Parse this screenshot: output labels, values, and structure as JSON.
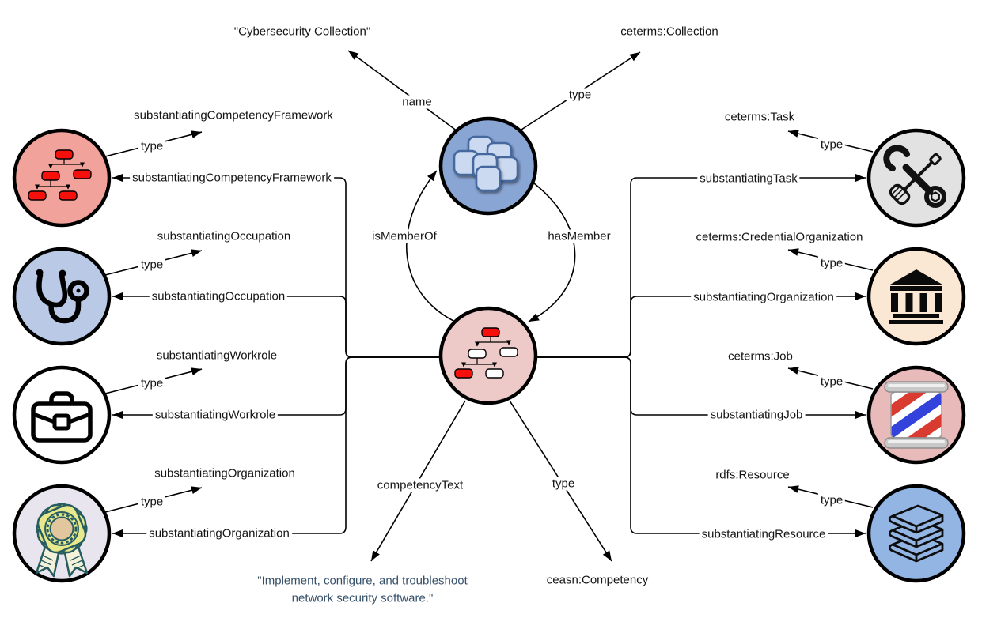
{
  "diagram": {
    "collection_node": {
      "name_edge_label": "name",
      "name_value": "\"Cybersecurity Collection\"",
      "type_edge_label": "type",
      "type_value": "ceterms:Collection"
    },
    "membership_edges": {
      "is_member_of": "isMemberOf",
      "has_member": "hasMember"
    },
    "competency_node": {
      "competency_text_edge_label": "competencyText",
      "competency_text_line1": "\"Implement, configure, and troubleshoot",
      "competency_text_line2": "network security software.\"",
      "type_edge_label": "type",
      "type_value": "ceasn:Competency"
    },
    "left_nodes": [
      {
        "icon": "tree-diagram",
        "type_edge_label": "type",
        "type_value": "substantiatingCompetencyFramework",
        "edge_label": "substantiatingCompetencyFramework"
      },
      {
        "icon": "stethoscope",
        "type_edge_label": "type",
        "type_value": "substantiatingOccupation",
        "edge_label": "substantiatingOccupation"
      },
      {
        "icon": "briefcase",
        "type_edge_label": "type",
        "type_value": "substantiatingWorkrole",
        "edge_label": "substantiatingWorkrole"
      },
      {
        "icon": "award-rosette",
        "type_edge_label": "type",
        "type_value": "substantiatingOrganization",
        "edge_label": "substantiatingOrganization"
      }
    ],
    "right_nodes": [
      {
        "icon": "tools",
        "type_edge_label": "type",
        "type_value": "ceterms:Task",
        "edge_label": "substantiatingTask"
      },
      {
        "icon": "bank",
        "type_edge_label": "type",
        "type_value": "ceterms:CredentialOrganization",
        "edge_label": "substantiatingOrganization"
      },
      {
        "icon": "barber-pole",
        "type_edge_label": "type",
        "type_value": "ceterms:Job",
        "edge_label": "substantiatingJob"
      },
      {
        "icon": "books",
        "type_edge_label": "type",
        "type_value": "rdfs:Resource",
        "edge_label": "substantiatingResource"
      }
    ],
    "colors": {
      "collection_node_fill": "#89a5d4",
      "competency_node_fill": "#edcac8",
      "framework_node_fill": "#f0a29b",
      "occupation_node_fill": "#b9c9e6",
      "workrole_node_fill": "#ffffff",
      "organization_left_node_fill": "#e9e5ee",
      "task_node_fill": "#e2e2e2",
      "credential_org_node_fill": "#fbe8d4",
      "job_node_fill": "#e8baba",
      "resource_node_fill": "#92b5e4",
      "tree_red": "#f5100c",
      "quote_text": "#36506a",
      "edge_stroke": "#000000"
    }
  }
}
